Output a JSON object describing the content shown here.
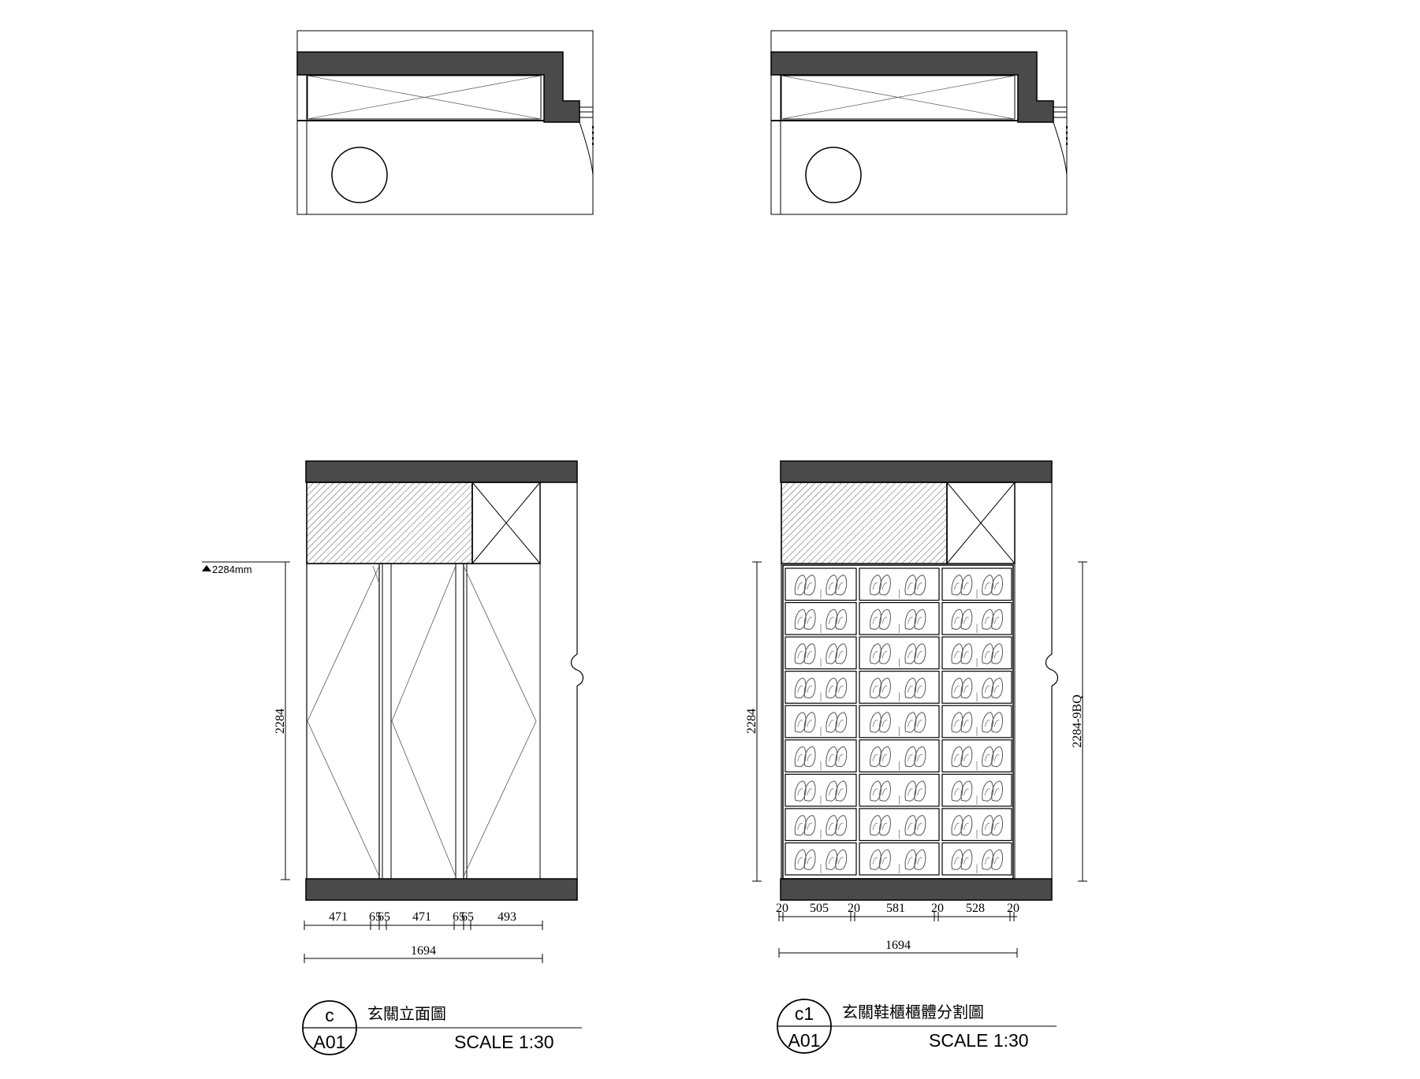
{
  "elevation_c": {
    "level_mark": "2284mm",
    "height_dim": "2284",
    "width_dims": [
      "471",
      "65",
      "65",
      "471",
      "65",
      "65",
      "493"
    ],
    "total_dim": "1694",
    "title_id": "c",
    "sheet": "A01",
    "title": "玄關立面圖",
    "scale": "SCALE 1:30"
  },
  "elevation_c1": {
    "height_dim_left": "2284",
    "height_dim_right": "2284-9BQ",
    "width_dims": [
      "20",
      "505",
      "20",
      "581",
      "20",
      "528",
      "20"
    ],
    "total_dim": "1694",
    "title_id": "c1",
    "sheet": "A01",
    "title": "玄關鞋櫃櫃體分割圖",
    "scale": "SCALE 1:30"
  },
  "colors": {
    "wall": "#4a4a4a",
    "line": "#000000",
    "hatch": "#555555"
  }
}
